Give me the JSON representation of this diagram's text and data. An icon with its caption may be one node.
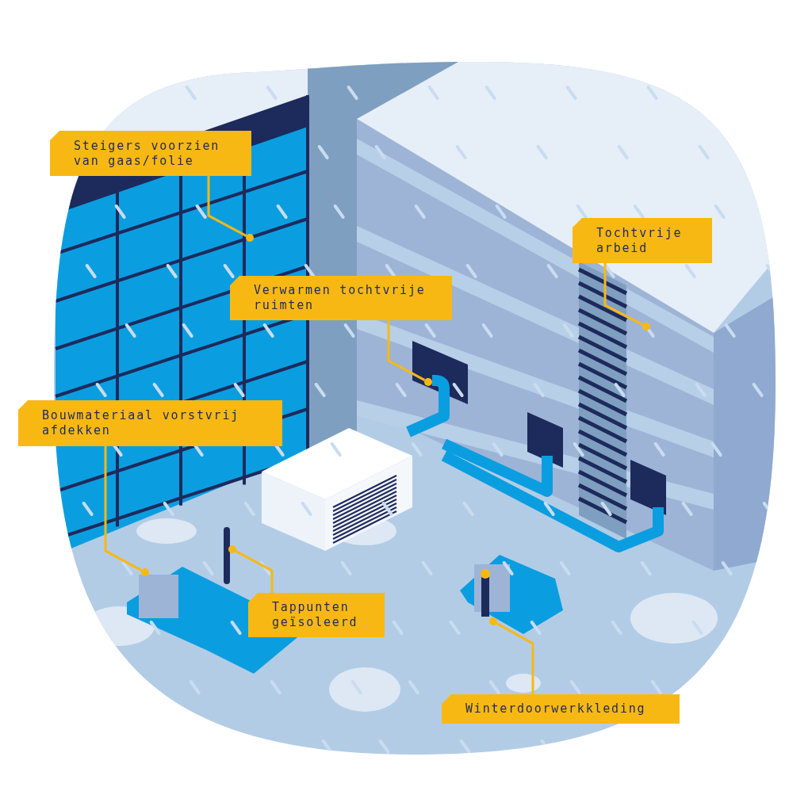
{
  "diagram": {
    "nodes": [
      {
        "text": [
          "Steigers voorzien van gaas/folie"
        ]
      },
      {
        "text": [
          "Tochtvrije arbeid"
        ]
      },
      {
        "text": [
          "Verwarmen tochtvrije ruimten"
        ]
      },
      {
        "text": [
          "Bouwmateriaal vorstvrij afdekken"
        ]
      },
      {
        "text": [
          "Tappunten geïsoleerd"
        ]
      },
      {
        "text": [
          "Winterdoorwerkkleding"
        ]
      },
      {
        "text": [],
        "shape": "circle"
      },
      {
        "text": [],
        "shape": "circle"
      },
      {
        "text": [],
        "shape": "circle"
      },
      {
        "text": [],
        "shape": "circle"
      },
      {
        "text": [],
        "shape": "circle"
      },
      {
        "text": [],
        "shape": "circle"
      }
    ],
    "edges": [
      {
        "from": 0,
        "to": 6,
        "arrow": "none"
      },
      {
        "from": 1,
        "to": 7,
        "arrow": "none"
      },
      {
        "from": 2,
        "to": 8,
        "arrow": "none"
      },
      {
        "from": 3,
        "to": 9,
        "arrow": "none"
      },
      {
        "from": 4,
        "to": 10,
        "arrow": "none"
      },
      {
        "from": 5,
        "to": 11,
        "arrow": "none"
      }
    ]
  }
}
